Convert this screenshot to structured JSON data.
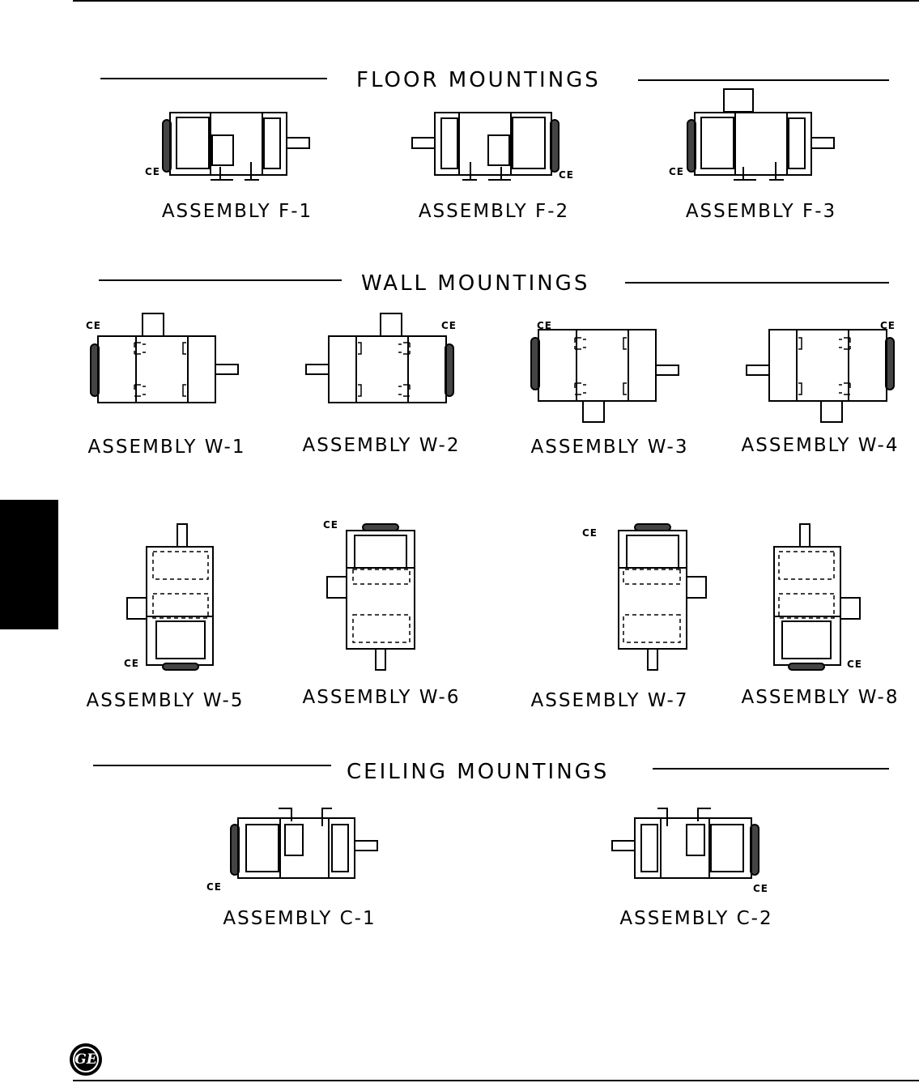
{
  "sections": {
    "floor": {
      "title": "FLOOR MOUNTINGS",
      "assemblies": [
        {
          "label": "ASSEMBLY F-1",
          "ce": "CE"
        },
        {
          "label": "ASSEMBLY F-2",
          "ce": "CE"
        },
        {
          "label": "ASSEMBLY F-3",
          "ce": "CE"
        }
      ]
    },
    "wall": {
      "title": "WALL MOUNTINGS",
      "assemblies": [
        {
          "label": "ASSEMBLY W-1",
          "ce": "CE"
        },
        {
          "label": "ASSEMBLY W-2",
          "ce": "CE"
        },
        {
          "label": "ASSEMBLY W-3",
          "ce": "CE"
        },
        {
          "label": "ASSEMBLY W-4",
          "ce": "CE"
        },
        {
          "label": "ASSEMBLY W-5",
          "ce": "CE"
        },
        {
          "label": "ASSEMBLY W-6",
          "ce": "CE"
        },
        {
          "label": "ASSEMBLY W-7",
          "ce": "CE"
        },
        {
          "label": "ASSEMBLY W-8",
          "ce": "CE"
        }
      ]
    },
    "ceiling": {
      "title": "CEILING MOUNTINGS",
      "assemblies": [
        {
          "label": "ASSEMBLY C-1",
          "ce": "CE"
        },
        {
          "label": "ASSEMBLY C-2",
          "ce": "CE"
        }
      ]
    }
  },
  "footer": {
    "logo_text": "GE"
  }
}
